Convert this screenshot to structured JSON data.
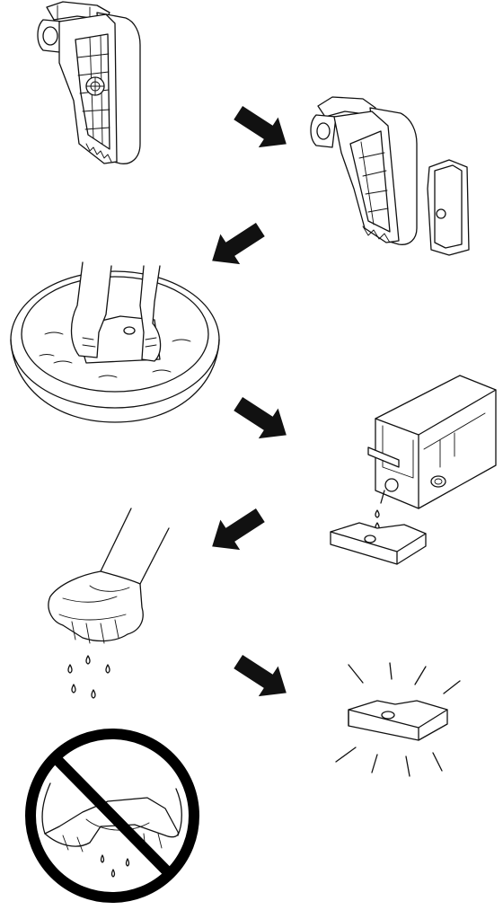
{
  "figure": {
    "background": "#ffffff",
    "ink": "#111111",
    "steps": [
      {
        "name": "remove-filter-housing",
        "icon": "filter-cartridge-icon"
      },
      {
        "name": "take-out-filter-pad",
        "icon": "opened-cartridge-with-filter-icon"
      },
      {
        "name": "wash-filter-in-basin",
        "icon": "hands-washing-basin-icon"
      },
      {
        "name": "rinse-under-tap",
        "icon": "faucet-rinse-icon"
      },
      {
        "name": "squeeze-water-out",
        "icon": "hands-squeezing-icon"
      },
      {
        "name": "clean-filter-ready",
        "icon": "clean-filter-icon"
      },
      {
        "name": "do-not-wring",
        "icon": "prohibited-wringing-icon"
      }
    ],
    "arrow_icon": "black-arrow-icon",
    "prohibition_icon": "prohibition-sign-icon"
  }
}
